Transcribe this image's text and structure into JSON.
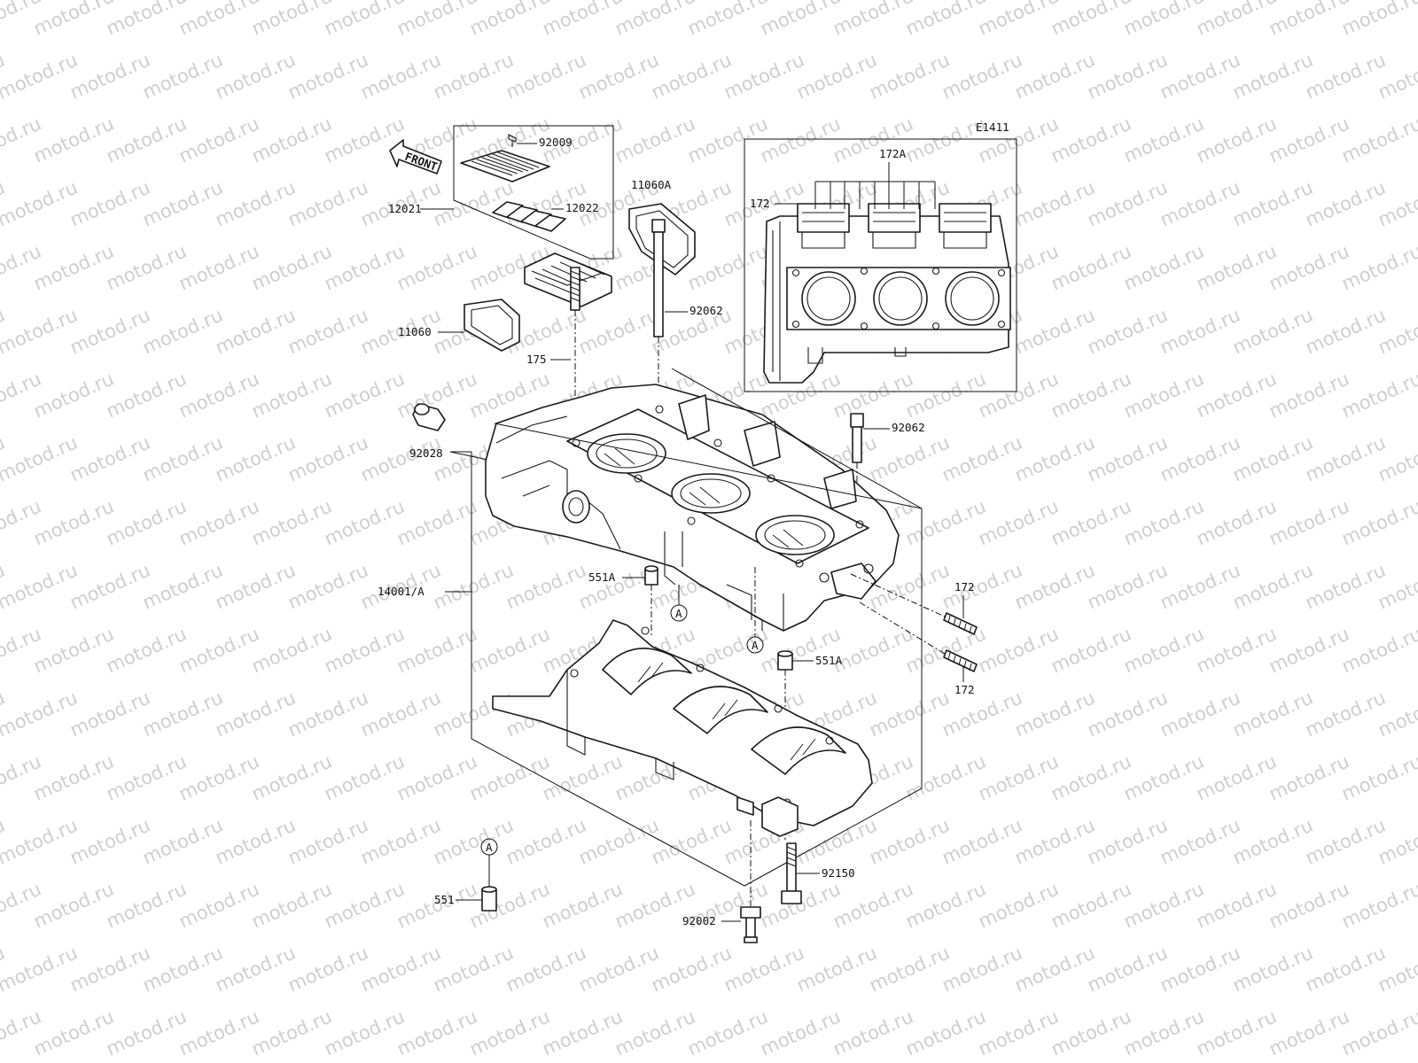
{
  "watermark": "motod.ru",
  "figure_code": "E1411",
  "front_arrow": "FRONT",
  "ref_mark": "A",
  "labels": {
    "l92009": "92009",
    "l12022": "12022",
    "l12021": "12021",
    "l11060A": "11060A",
    "l11060": "11060",
    "l92062a": "92062",
    "l175": "175",
    "l92028": "92028",
    "l92062b": "92062",
    "l14001": "14001/A",
    "l551Aa": "551A",
    "l551Ab": "551A",
    "l172a": "172",
    "l172b": "172",
    "l172A": "172A",
    "l172c": "172",
    "l551": "551",
    "l92150": "92150",
    "l92002": "92002"
  },
  "icons": [
    "front-arrow-icon",
    "circle-a-marker-icon"
  ]
}
